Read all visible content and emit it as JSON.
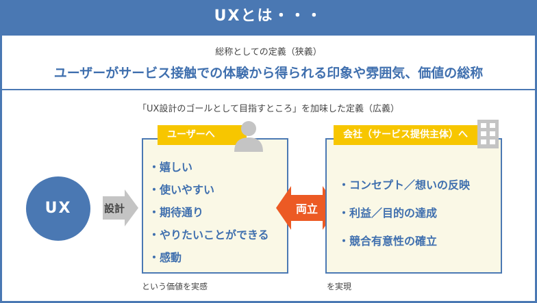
{
  "title": "UXとは・・・",
  "narrow": {
    "caption": "総称としての定義（狭義）",
    "definition": "ユーザーがサービス接触での体験から得られる印象や雰囲気、価値の総称"
  },
  "broad": {
    "caption": "「UX設計のゴールとして目指すところ」を加味した定義（広義）",
    "ux": "UX",
    "design_arrow": "設計",
    "both_arrow": "両立",
    "user": {
      "label": "ユーザーへ",
      "items": [
        "・嬉しい",
        "・使いやすい",
        "・期待通り",
        "・やりたいことができる",
        "・感動"
      ],
      "note": "という価値を実感"
    },
    "company": {
      "label": "会社（サービス提供主体）へ",
      "items": [
        "・コンセプト／想いの反映",
        "・利益／目的の達成",
        "・競合有意性の確立"
      ],
      "note": "を実現"
    }
  },
  "colors": {
    "blue": "#4a78b3",
    "yellow": "#f7c600",
    "orange": "#ec5a24",
    "gray": "#c4c4c4",
    "box": "#faf8e6"
  }
}
